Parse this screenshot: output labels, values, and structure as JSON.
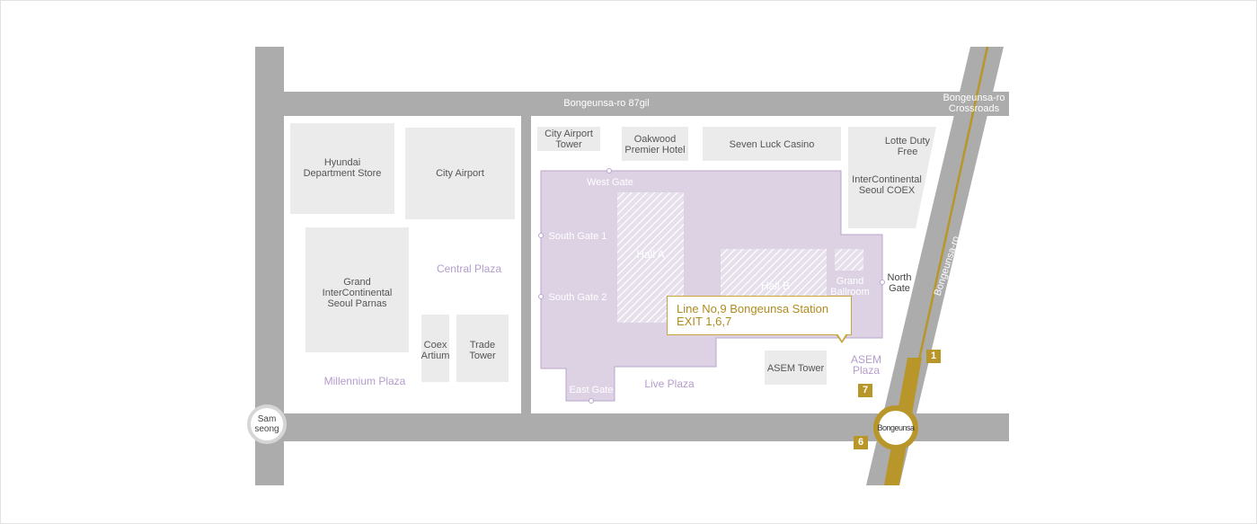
{
  "map": {
    "roads": {
      "top": "Bongeunsa-ro 87gil",
      "right": "Bongeunsa-ro",
      "crossroads": "Bongeunsa-ro\nCrossroads"
    },
    "buildings": {
      "hyundai": "Hyundai\nDepartment Store",
      "city_airport": "City Airport",
      "grand_intercontinental": "Grand\nInterContinental\nSeoul Parnas",
      "coex_artium": "Coex\nArtium",
      "trade_tower": "Trade\nTower",
      "city_airport_tower": "City Airport\nTower",
      "oakwood": "Oakwood\nPremier Hotel",
      "seven_luck": "Seven Luck Casino",
      "lotte": "Lotte Duty\nFree",
      "intercontinental_coex": "InterContinental\nSeoul COEX",
      "asem_tower": "ASEM Tower"
    },
    "plazas": {
      "central": "Central Plaza",
      "millennium": "Millennium Plaza",
      "live": "Live Plaza",
      "asem": "ASEM\nPlaza"
    },
    "coex": {
      "west_gate": "West Gate",
      "south_gate_1": "South Gate 1",
      "south_gate_2": "South Gate 2",
      "east_gate": "East Gate",
      "north_gate": "North\nGate",
      "hall_a": "Hall A",
      "hall_b": "Hall B",
      "grand_ballroom": "Grand\nBallroom"
    },
    "stations": {
      "samseong": "Sam\nseong",
      "bongeunsa": "Bongeunsa"
    },
    "callout": {
      "line1": "Line No,9 Bongeunsa Station",
      "line2": "EXIT 1,6,7"
    },
    "exits": [
      "1",
      "6",
      "7"
    ],
    "colors": {
      "road": "#acacac",
      "block": "#ebebeb",
      "coex": "#dcd2e4",
      "accent": "#b8962a",
      "plaza_text": "#b49ccc"
    }
  }
}
